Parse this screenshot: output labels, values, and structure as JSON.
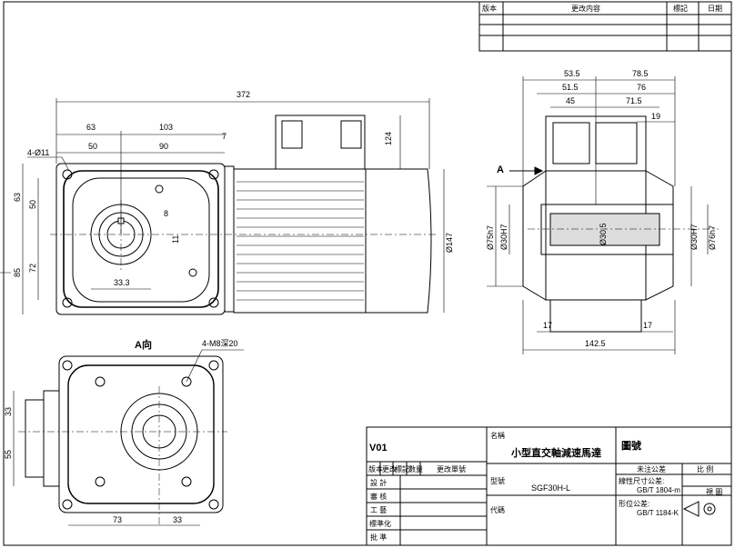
{
  "revision_table": {
    "headers": [
      "版本",
      "更改内容",
      "標記",
      "日期"
    ]
  },
  "front_view": {
    "overall_length": "372",
    "dim_63": "63",
    "dim_103": "103",
    "dim_7": "7",
    "dim_50": "50",
    "dim_90": "90",
    "dim_124": "124",
    "holes": "4-Ø11",
    "left_63": "63",
    "left_50": "50",
    "left_72": "72",
    "left_85": "85",
    "key_8": "8",
    "dim_33_3": "33.3",
    "dim_11": "11",
    "dia_147": "Ø147"
  },
  "side_view": {
    "dim_53_5": "53.5",
    "dim_78_5": "78.5",
    "dim_51_5": "51.5",
    "dim_76": "76",
    "dim_45": "45",
    "dim_71_5": "71.5",
    "dim_19": "19",
    "arrow_label": "A",
    "dia_75h7": "Ø75h7",
    "dia_30h7_left": "Ø30H7",
    "dia_30_5": "Ø30.5",
    "dia_30h7_right": "Ø30H7",
    "dia_76h7": "Ø76h7",
    "dim_17_left": "17",
    "dim_17_right": "17",
    "dim_142_5": "142.5"
  },
  "view_a": {
    "title": "A向",
    "holes": "4-M8深20",
    "dim_33_left": "33",
    "dim_55": "55",
    "dim_73": "73",
    "dim_33_bottom": "33"
  },
  "title_block": {
    "version": "V01",
    "name_label": "名稱",
    "name": "小型直交軸減速馬達",
    "drawing_no_label": "圖號",
    "model_label": "型號",
    "model": "SGF30H-L",
    "code_label": "代碼",
    "tolerance_label": "未注公差",
    "scale_label": "比 例",
    "tol_dim_label": "線性尺寸公差:",
    "tol_dim": "GB/T 1804-m",
    "tol_geo_label": "形位公差:",
    "tol_geo": "GB/T 1184-K",
    "view_label": "視 圖",
    "row_headers": [
      "版本",
      "更改",
      "標記",
      "數量",
      "更改單號"
    ],
    "sign_rows": [
      "設 計",
      "審 核",
      "工 藝",
      "標準化",
      "批 準"
    ]
  }
}
